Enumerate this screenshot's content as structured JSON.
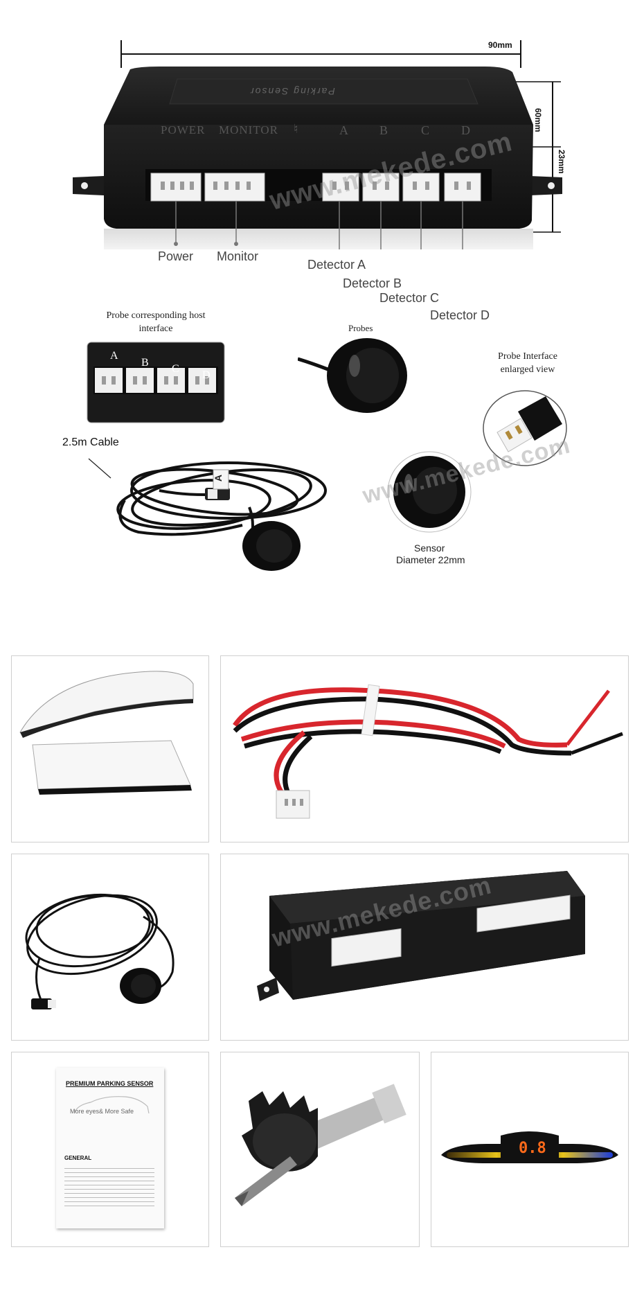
{
  "dimensions": {
    "width": "90mm",
    "height": "60mm",
    "depth": "23mm"
  },
  "control_box": {
    "port_labels": [
      "POWER",
      "MONITOR",
      "A",
      "B",
      "C",
      "D"
    ],
    "top_label": "Parking Sensor"
  },
  "callouts": {
    "power": "Power",
    "monitor": "Monitor",
    "detector_a": "Detector A",
    "detector_b": "Detector B",
    "detector_c": "Detector C",
    "detector_d": "Detector D"
  },
  "probe_host": {
    "caption": "Probe corresponding host interface",
    "ports": [
      "A",
      "B",
      "C",
      "D"
    ]
  },
  "probes_caption": "Probes",
  "probe_interface_caption": "Probe Interface enlarged view",
  "cable_caption": "2.5m Cable",
  "cable_tag": "A",
  "sensor_caption_line1": "Sensor",
  "sensor_caption_line2": "Diameter 22mm",
  "watermark": "www.mekede.com",
  "manual": {
    "title": "PREMIUM PARKING SENSOR",
    "tagline": "More eyes& More Safe",
    "section": "GENERAL"
  },
  "display_reading": "0.8",
  "colors": {
    "box": "#1e1e1e",
    "wire_red": "#d8262d",
    "display_digits": "#ff6a1a"
  }
}
